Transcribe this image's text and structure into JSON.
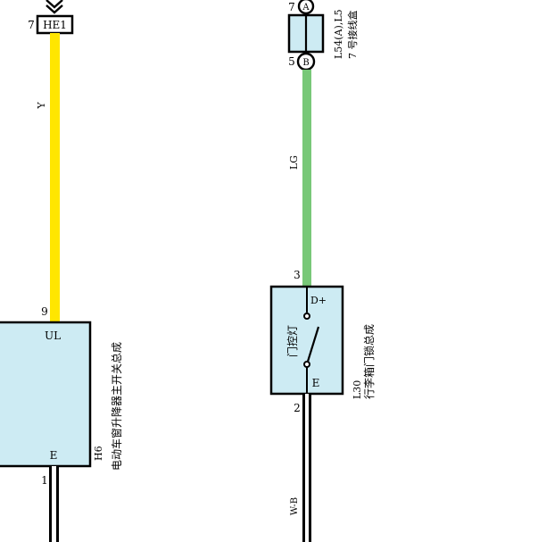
{
  "connectors": {
    "he1": {
      "label": "HE1",
      "pin": "7"
    },
    "l54": {
      "pin_a_label": "A",
      "pin_b_label": "B",
      "pin_top": "7",
      "pin_bottom": "5",
      "code": "L54(A),L5",
      "desc": "7 号接线盒"
    }
  },
  "wires": {
    "left_color": "Y",
    "right_color": "LG",
    "ground_color": "W-B",
    "colors": {
      "yellow": "#ffe600",
      "green": "#78c878",
      "box_fill": "#cdebf3"
    }
  },
  "components": {
    "h6": {
      "code": "H6",
      "name": "电动车窗升降器主开关总成",
      "pin_top": "9",
      "pin_bottom": "1",
      "terminal_top": "UL",
      "terminal_bottom": "E"
    },
    "l30": {
      "code": "L30",
      "name": "行李箱门锁总成",
      "inner_label": "门控灯",
      "pin_top": "3",
      "pin_bottom": "2",
      "terminal_top": "D+",
      "terminal_bottom": "E"
    }
  }
}
